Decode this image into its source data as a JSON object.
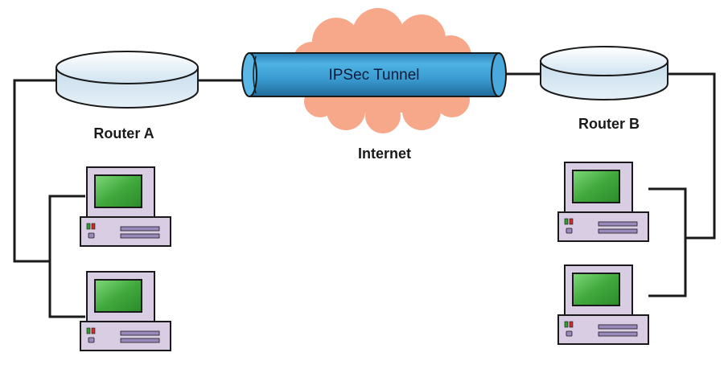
{
  "diagram": {
    "tunnel": {
      "label": "IPSec Tunnel"
    },
    "internet": {
      "label": "Internet"
    },
    "routers": [
      {
        "label": "Router A"
      },
      {
        "label": "Router B"
      }
    ]
  },
  "colors": {
    "cloud": "#f7a88a",
    "tunnel_body": "#3f9fd4",
    "router_body": "#d2e6f3",
    "computer_case": "#d8cde3",
    "screen": "#4fb548",
    "drive_slot": "#9a89bd",
    "led_green": "#2e9d2e",
    "led_red": "#d42a2a",
    "line": "#1a1a1a"
  }
}
